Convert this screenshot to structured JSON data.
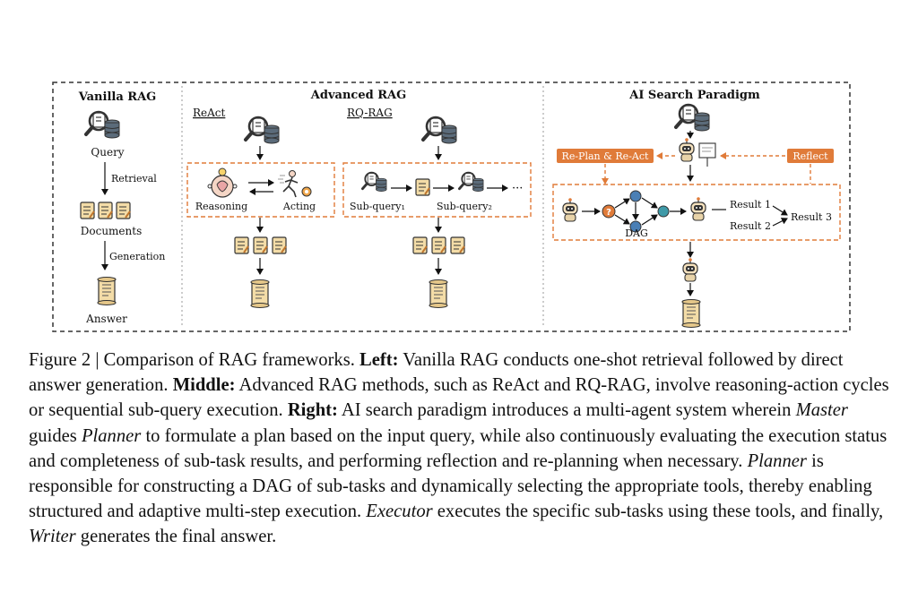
{
  "figure": {
    "sections": {
      "vanilla": "Vanilla RAG",
      "advanced": "Advanced RAG",
      "ai_search": "AI Search Paradigm"
    },
    "vanilla": {
      "query": "Query",
      "retrieval": "Retrieval",
      "documents": "Documents",
      "generation": "Generation",
      "answer": "Answer"
    },
    "react": {
      "title": "ReAct",
      "reasoning": "Reasoning",
      "acting": "Acting"
    },
    "rqrag": {
      "title": "RQ-RAG",
      "subquery1": "Sub-query₁",
      "subquery2": "Sub-query₂",
      "ellipsis": "···"
    },
    "ai_search": {
      "replan": "Re-Plan & Re-Act",
      "reflect": "Reflect",
      "dag": "DAG",
      "result1": "Result 1",
      "result2": "Result 2",
      "result3": "Result 3"
    }
  },
  "caption": {
    "prefix": "Figure 2 | Comparison of RAG frameworks.",
    "left_label": "Left:",
    "left_text": "Vanilla RAG conducts one-shot retrieval followed by direct answer generation.",
    "middle_label": "Middle:",
    "middle_text": "Advanced RAG methods, such as ReAct and RQ-RAG, involve reasoning-action cycles or sequential sub-query execution.",
    "right_label": "Right:",
    "right_text_1": "AI search paradigm introduces a multi-agent system wherein",
    "master": "Master",
    "guides": "guides",
    "planner": "Planner",
    "right_text_2": "to formulate a plan based on the input query, while also continuously evaluating the execution status and completeness of sub-task results, and performing reflection and re-planning when necessary.",
    "planner2": "Planner",
    "right_text_3": "is responsible for constructing a DAG of sub-tasks and dynamically selecting the appropriate tools, thereby enabling structured and adaptive multi-step execution.",
    "executor": "Executor",
    "right_text_4": "executes the specific sub-tasks using these tools, and finally,",
    "writer": "Writer",
    "right_text_5": "generates the final answer."
  },
  "colors": {
    "accent_orange": "#e07b39",
    "border_dark": "#333333",
    "doc_fill": "#f3dca7",
    "db_fill": "#5b6b7a"
  },
  "icons": [
    "query-magnifier-db-icon",
    "document-icon",
    "scroll-answer-icon",
    "brain-bulb-icon",
    "running-gear-icon",
    "robot-icon",
    "question-circle-icon",
    "tool-node-icon"
  ]
}
